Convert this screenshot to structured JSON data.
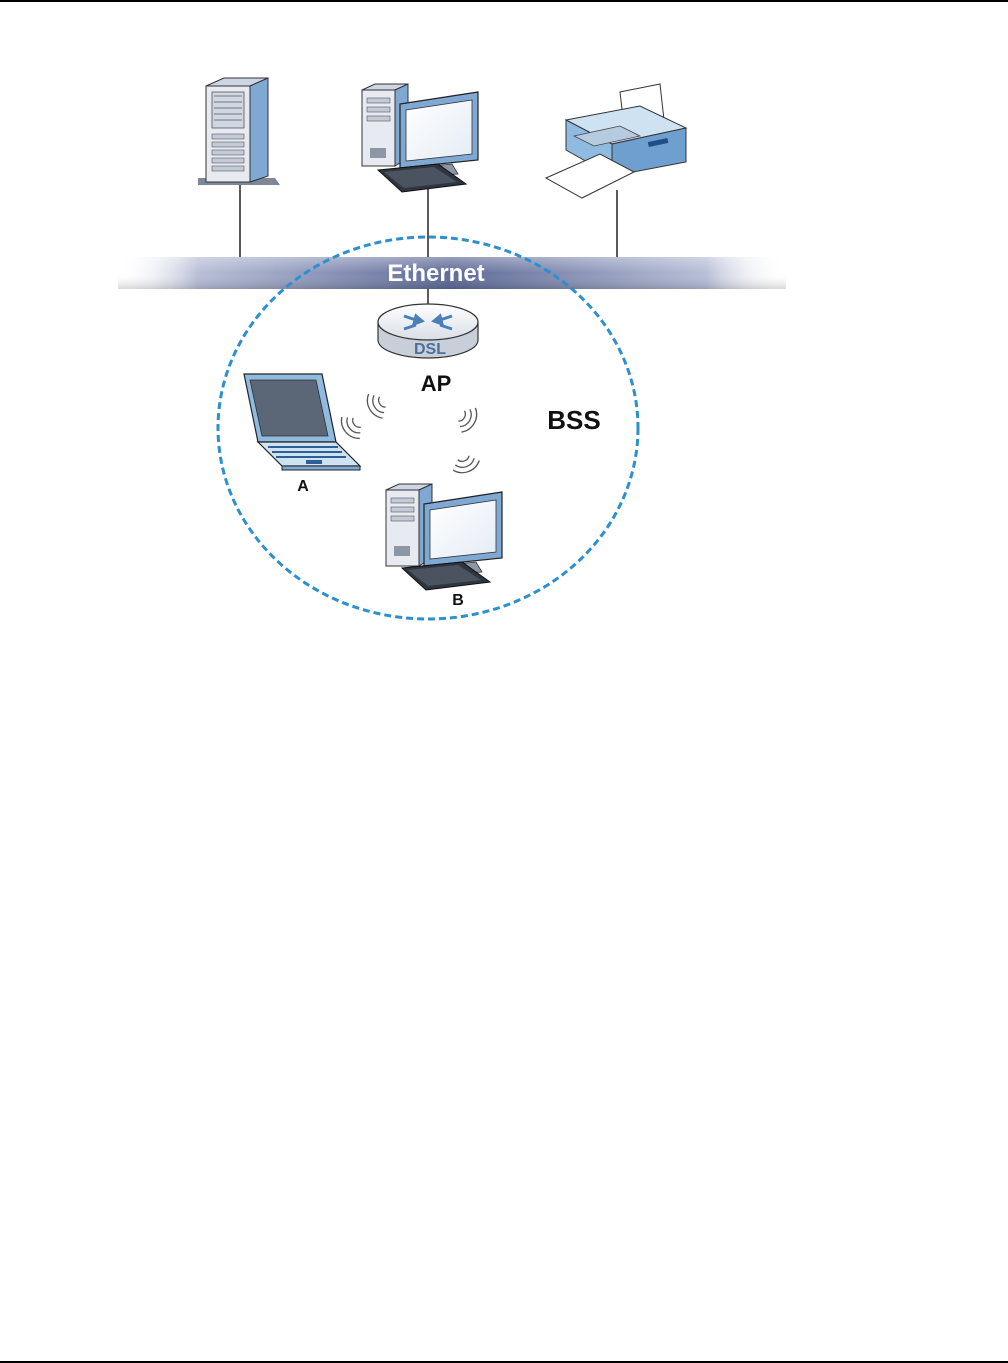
{
  "diagram": {
    "bus_label": "Ethernet",
    "router_label": "DSL",
    "ap_label": "AP",
    "bss_label": "BSS",
    "station_a_label": "A",
    "station_b_label": "B"
  },
  "icons": [
    "server-icon",
    "desktop-computer-icon",
    "printer-icon",
    "router-icon",
    "laptop-icon",
    "wireless-signal-icon"
  ],
  "colors": {
    "bss_boundary": "#2b8fd0",
    "ethernet_bus": "#6e7aa6",
    "device_blue": "#8fbbe0",
    "device_gray": "#dfe3ea"
  }
}
